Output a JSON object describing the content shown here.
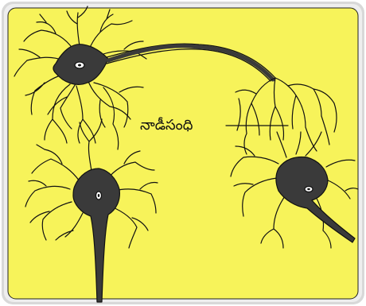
{
  "diagram": {
    "label": "నాడీసంధి",
    "colors": {
      "background": "#f7f35a",
      "frame_outer": "#d8d8d8",
      "frame_inner": "#eeeeee",
      "cell_body": "#3a3a3a",
      "outline": "#111111"
    },
    "parts": [
      "neuron-top-left",
      "neuron-bottom-left",
      "neuron-right",
      "axon",
      "synapse"
    ]
  }
}
